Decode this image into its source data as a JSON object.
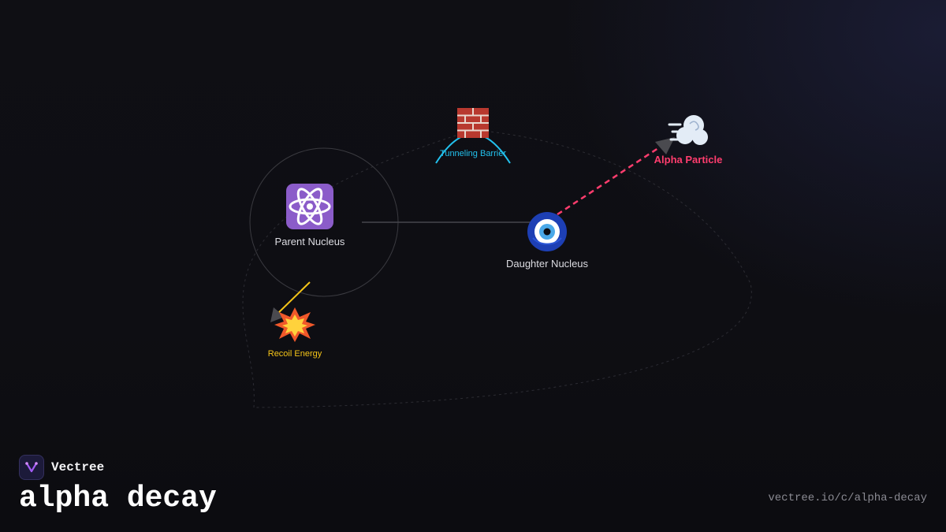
{
  "nodes": {
    "parent_nucleus": {
      "icon": "atom-icon",
      "glyph": "⚛️",
      "label": "Parent Nucleus"
    },
    "daughter_nucleus": {
      "icon": "nazar-amulet-icon",
      "glyph": "🧿",
      "label": "Daughter Nucleus"
    },
    "tunneling_barrier": {
      "icon": "brick-wall-icon",
      "glyph": "🧱",
      "label": "Tunneling Barrier"
    },
    "alpha_particle": {
      "icon": "dash-cloud-icon",
      "glyph": "💨",
      "label": "Alpha Particle"
    },
    "recoil_energy": {
      "icon": "collision-icon",
      "glyph": "💥",
      "label": "Recoil Energy"
    }
  },
  "colors": {
    "background": "#0f0f14",
    "alpha_arrow": "#ff3d6e",
    "recoil_arrow": "#f5c518",
    "barrier_arc": "#22c1ee",
    "node_label": "#dcdce2",
    "url": "#8a8a92"
  },
  "footer": {
    "brand": "Vectree",
    "brand_icon": "vectree-logo-icon",
    "title": "alpha decay",
    "url": "vectree.io/c/alpha-decay"
  }
}
